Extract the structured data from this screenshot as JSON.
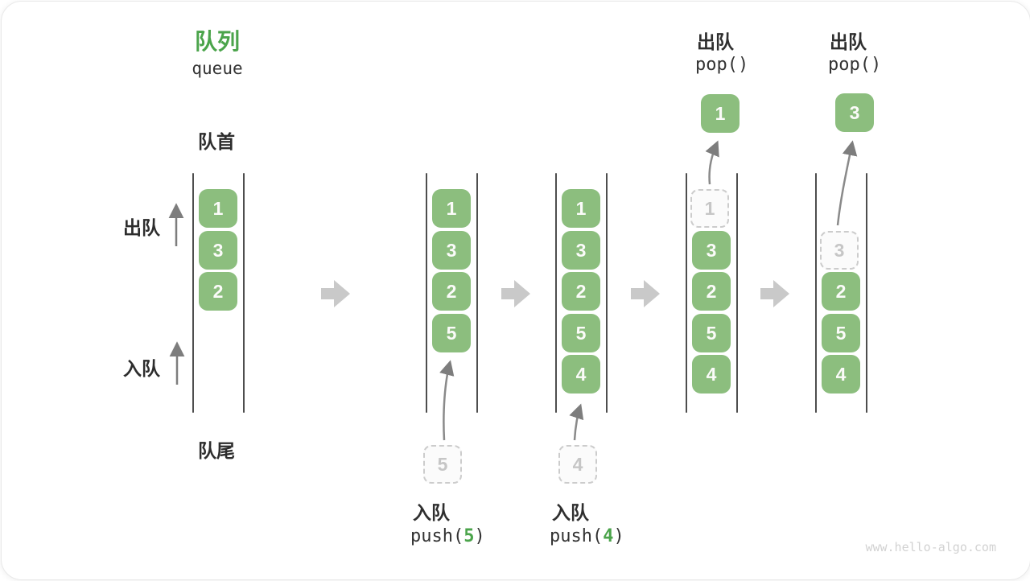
{
  "title": {
    "zh": "队列",
    "en": "queue"
  },
  "side_labels": {
    "front": "队首",
    "rear": "队尾",
    "dequeue": "出队",
    "enqueue": "入队"
  },
  "columns": [
    {
      "boxes": [
        "1",
        "3",
        "2"
      ]
    },
    {
      "boxes": [
        "1",
        "3",
        "2",
        "5"
      ]
    },
    {
      "boxes": [
        "1",
        "3",
        "2",
        "5",
        "4"
      ]
    },
    {
      "ghost": "1",
      "boxes": [
        "3",
        "2",
        "5",
        "4"
      ],
      "popped": "1"
    },
    {
      "ghost": "3",
      "boxes": [
        "2",
        "5",
        "4"
      ],
      "popped": "3"
    }
  ],
  "ops": {
    "push5": {
      "zh": "入队",
      "code_pre": "push(",
      "arg": "5",
      "code_post": ")",
      "ghost": "5"
    },
    "push4": {
      "zh": "入队",
      "code_pre": "push(",
      "arg": "4",
      "code_post": ")",
      "ghost": "4"
    },
    "pop1": {
      "zh": "出队",
      "code": "pop()"
    },
    "pop2": {
      "zh": "出队",
      "code": "pop()"
    }
  },
  "watermark": "www.hello-algo.com",
  "colors": {
    "accent_green": "#4ba44b",
    "box_green": "#8cbe7e",
    "box_text": "#fbfbf9",
    "ghost_border": "#cccccc",
    "ghost_text": "#c6c6c6",
    "rail": "#4e4e4e",
    "flow_arrow": "#c9c9c9",
    "thin_arrow": "#8a8a8a",
    "label_text": "#2d2d2d",
    "code_text": "#333333",
    "watermark_text": "#d2d2d2"
  }
}
